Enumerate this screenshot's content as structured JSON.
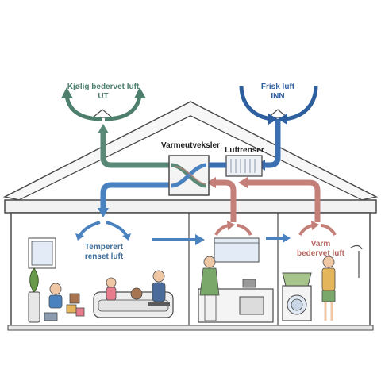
{
  "labels": {
    "exhaust_line1": "Kjølig bedervet luft",
    "exhaust_line2": "UT",
    "fresh_line1": "Frisk luft",
    "fresh_line2": "INN",
    "heat_exchanger": "Varmeutveksler",
    "air_purifier": "Luftrenser",
    "tempered_line1": "Temperert",
    "tempered_line2": "renset luft",
    "warm_line1": "Varm",
    "warm_line2": "bedervet luft"
  },
  "colors": {
    "cool_exhaust": "#4e7f6d",
    "fresh_air": "#2d5e9e",
    "tempered_air": "#4a82c0",
    "warm_stale_air": "#c47f78",
    "outline": "#4a4a4a"
  }
}
